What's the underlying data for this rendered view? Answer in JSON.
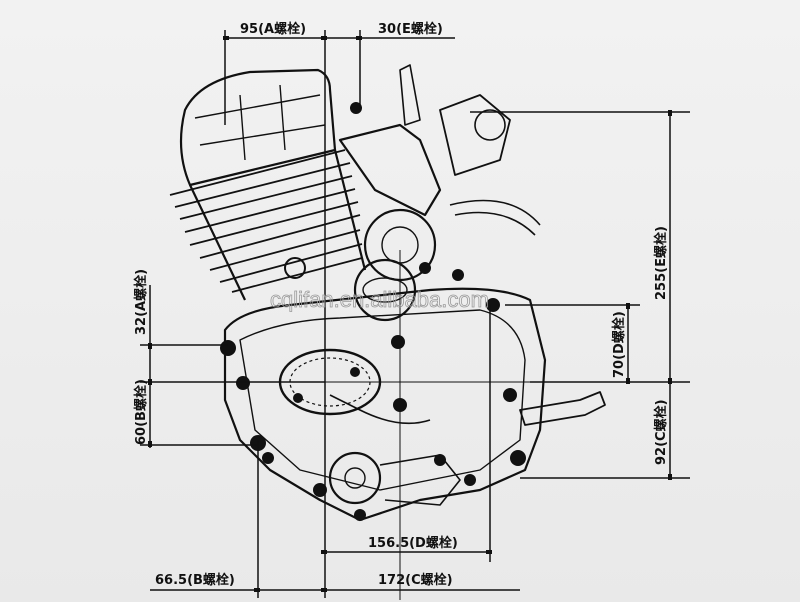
{
  "dimensions": {
    "top_left": "95(A螺栓)",
    "top_right": "30(E螺栓)",
    "right_total": "255(E螺栓)",
    "right_mid": "70(D螺栓)",
    "right_low": "92(C螺栓)",
    "left_upper": "32(A螺栓)",
    "left_lower": "60(B螺栓)",
    "bottom_mid": "156.5(D螺栓)",
    "bottom_left": "66.5(B螺栓)",
    "bottom_right": "172(C螺栓)"
  },
  "watermark": "cqlifan.en.alibaba.com"
}
